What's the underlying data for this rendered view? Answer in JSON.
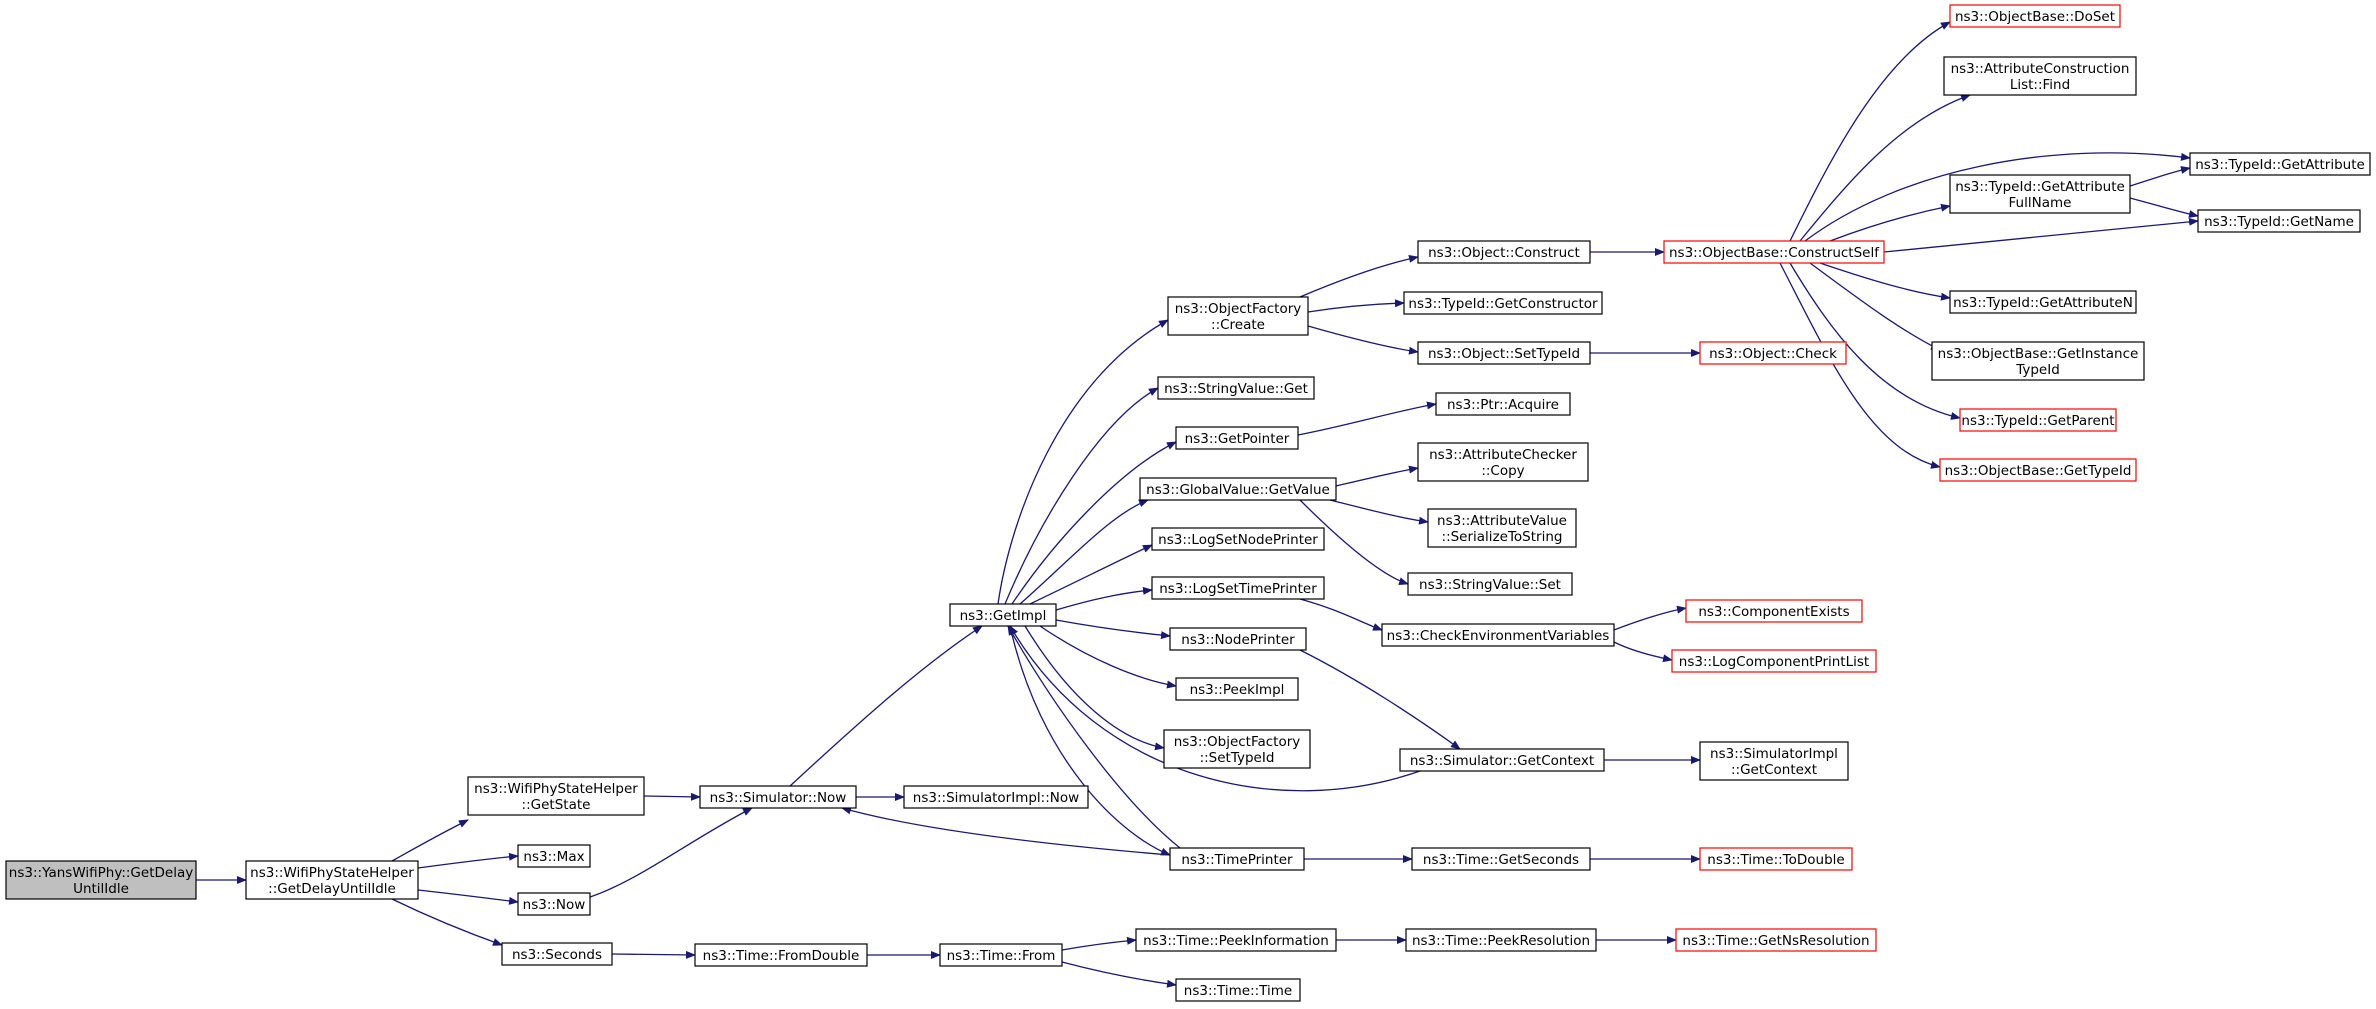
{
  "colors": {
    "edge": "#191970",
    "node_border": "#000000",
    "node_border_truncated": "#ff0000",
    "node_fill": "#ffffff",
    "root_fill": "#bfbfbf"
  },
  "nodes": [
    {
      "id": "root",
      "lines": [
        "ns3::YansWifiPhy::GetDelay",
        "UntilIdle"
      ],
      "style": "root"
    },
    {
      "id": "getdelay",
      "lines": [
        "ns3::WifiPhyStateHelper",
        "::GetDelayUntilIdle"
      ],
      "style": "normal"
    },
    {
      "id": "getstate",
      "lines": [
        "ns3::WifiPhyStateHelper",
        "::GetState"
      ],
      "style": "normal"
    },
    {
      "id": "max",
      "lines": [
        "ns3::Max"
      ],
      "style": "normal"
    },
    {
      "id": "now",
      "lines": [
        "ns3::Now"
      ],
      "style": "normal"
    },
    {
      "id": "seconds",
      "lines": [
        "ns3::Seconds"
      ],
      "style": "normal"
    },
    {
      "id": "simnow",
      "lines": [
        "ns3::Simulator::Now"
      ],
      "style": "normal"
    },
    {
      "id": "fromdouble",
      "lines": [
        "ns3::Time::FromDouble"
      ],
      "style": "normal"
    },
    {
      "id": "simimplnow",
      "lines": [
        "ns3::SimulatorImpl::Now"
      ],
      "style": "normal"
    },
    {
      "id": "getimpl",
      "lines": [
        "ns3::GetImpl"
      ],
      "style": "normal"
    },
    {
      "id": "timefrom",
      "lines": [
        "ns3::Time::From"
      ],
      "style": "normal"
    },
    {
      "id": "ofcreate",
      "lines": [
        "ns3::ObjectFactory",
        "::Create"
      ],
      "style": "normal"
    },
    {
      "id": "strget",
      "lines": [
        "ns3::StringValue::Get"
      ],
      "style": "normal"
    },
    {
      "id": "getpointer",
      "lines": [
        "ns3::GetPointer"
      ],
      "style": "normal"
    },
    {
      "id": "gvgetvalue",
      "lines": [
        "ns3::GlobalValue::GetValue"
      ],
      "style": "normal"
    },
    {
      "id": "logsetnode",
      "lines": [
        "ns3::LogSetNodePrinter"
      ],
      "style": "normal"
    },
    {
      "id": "logsettime",
      "lines": [
        "ns3::LogSetTimePrinter"
      ],
      "style": "normal"
    },
    {
      "id": "nodeprinter",
      "lines": [
        "ns3::NodePrinter"
      ],
      "style": "normal"
    },
    {
      "id": "peekimpl",
      "lines": [
        "ns3::PeekImpl"
      ],
      "style": "normal"
    },
    {
      "id": "ofsettypeid",
      "lines": [
        "ns3::ObjectFactory",
        "::SetTypeId"
      ],
      "style": "normal"
    },
    {
      "id": "timeprinter",
      "lines": [
        "ns3::TimePrinter"
      ],
      "style": "normal"
    },
    {
      "id": "peekinfo",
      "lines": [
        "ns3::Time::PeekInformation"
      ],
      "style": "normal"
    },
    {
      "id": "timetime",
      "lines": [
        "ns3::Time::Time"
      ],
      "style": "normal"
    },
    {
      "id": "objconstruct",
      "lines": [
        "ns3::Object::Construct"
      ],
      "style": "normal"
    },
    {
      "id": "getconstructor",
      "lines": [
        "ns3::TypeId::GetConstructor"
      ],
      "style": "normal"
    },
    {
      "id": "objsettypeid",
      "lines": [
        "ns3::Object::SetTypeId"
      ],
      "style": "normal"
    },
    {
      "id": "ptracquire",
      "lines": [
        "ns3::Ptr::Acquire"
      ],
      "style": "normal"
    },
    {
      "id": "acccopy",
      "lines": [
        "ns3::AttributeChecker",
        "::Copy"
      ],
      "style": "normal"
    },
    {
      "id": "avser",
      "lines": [
        "ns3::AttributeValue",
        "::SerializeToString"
      ],
      "style": "normal"
    },
    {
      "id": "strset",
      "lines": [
        "ns3::StringValue::Set"
      ],
      "style": "normal"
    },
    {
      "id": "checkenv",
      "lines": [
        "ns3::CheckEnvironmentVariables"
      ],
      "style": "normal"
    },
    {
      "id": "simgetctx",
      "lines": [
        "ns3::Simulator::GetContext"
      ],
      "style": "normal"
    },
    {
      "id": "getseconds",
      "lines": [
        "ns3::Time::GetSeconds"
      ],
      "style": "normal"
    },
    {
      "id": "peekres",
      "lines": [
        "ns3::Time::PeekResolution"
      ],
      "style": "normal"
    },
    {
      "id": "constructself",
      "lines": [
        "ns3::ObjectBase::ConstructSelf"
      ],
      "style": "truncated"
    },
    {
      "id": "objcheck",
      "lines": [
        "ns3::Object::Check"
      ],
      "style": "truncated"
    },
    {
      "id": "compexists",
      "lines": [
        "ns3::ComponentExists"
      ],
      "style": "truncated"
    },
    {
      "id": "logcompprint",
      "lines": [
        "ns3::LogComponentPrintList"
      ],
      "style": "truncated"
    },
    {
      "id": "simimplgetctx",
      "lines": [
        "ns3::SimulatorImpl",
        "::GetContext"
      ],
      "style": "normal"
    },
    {
      "id": "todouble",
      "lines": [
        "ns3::Time::ToDouble"
      ],
      "style": "truncated"
    },
    {
      "id": "getnsres",
      "lines": [
        "ns3::Time::GetNsResolution"
      ],
      "style": "truncated"
    },
    {
      "id": "doset",
      "lines": [
        "ns3::ObjectBase::DoSet"
      ],
      "style": "truncated"
    },
    {
      "id": "aclfind",
      "lines": [
        "ns3::AttributeConstruction",
        "List::Find"
      ],
      "style": "normal"
    },
    {
      "id": "getattrfull",
      "lines": [
        "ns3::TypeId::GetAttribute",
        "FullName"
      ],
      "style": "normal"
    },
    {
      "id": "getattrn",
      "lines": [
        "ns3::TypeId::GetAttributeN"
      ],
      "style": "normal"
    },
    {
      "id": "getinsttypeid",
      "lines": [
        "ns3::ObjectBase::GetInstance",
        "TypeId"
      ],
      "style": "normal"
    },
    {
      "id": "getparent",
      "lines": [
        "ns3::TypeId::GetParent"
      ],
      "style": "truncated"
    },
    {
      "id": "obgettypeid",
      "lines": [
        "ns3::ObjectBase::GetTypeId"
      ],
      "style": "truncated"
    },
    {
      "id": "getattribute",
      "lines": [
        "ns3::TypeId::GetAttribute"
      ],
      "style": "normal"
    },
    {
      "id": "getname",
      "lines": [
        "ns3::TypeId::GetName"
      ],
      "style": "normal"
    }
  ]
}
